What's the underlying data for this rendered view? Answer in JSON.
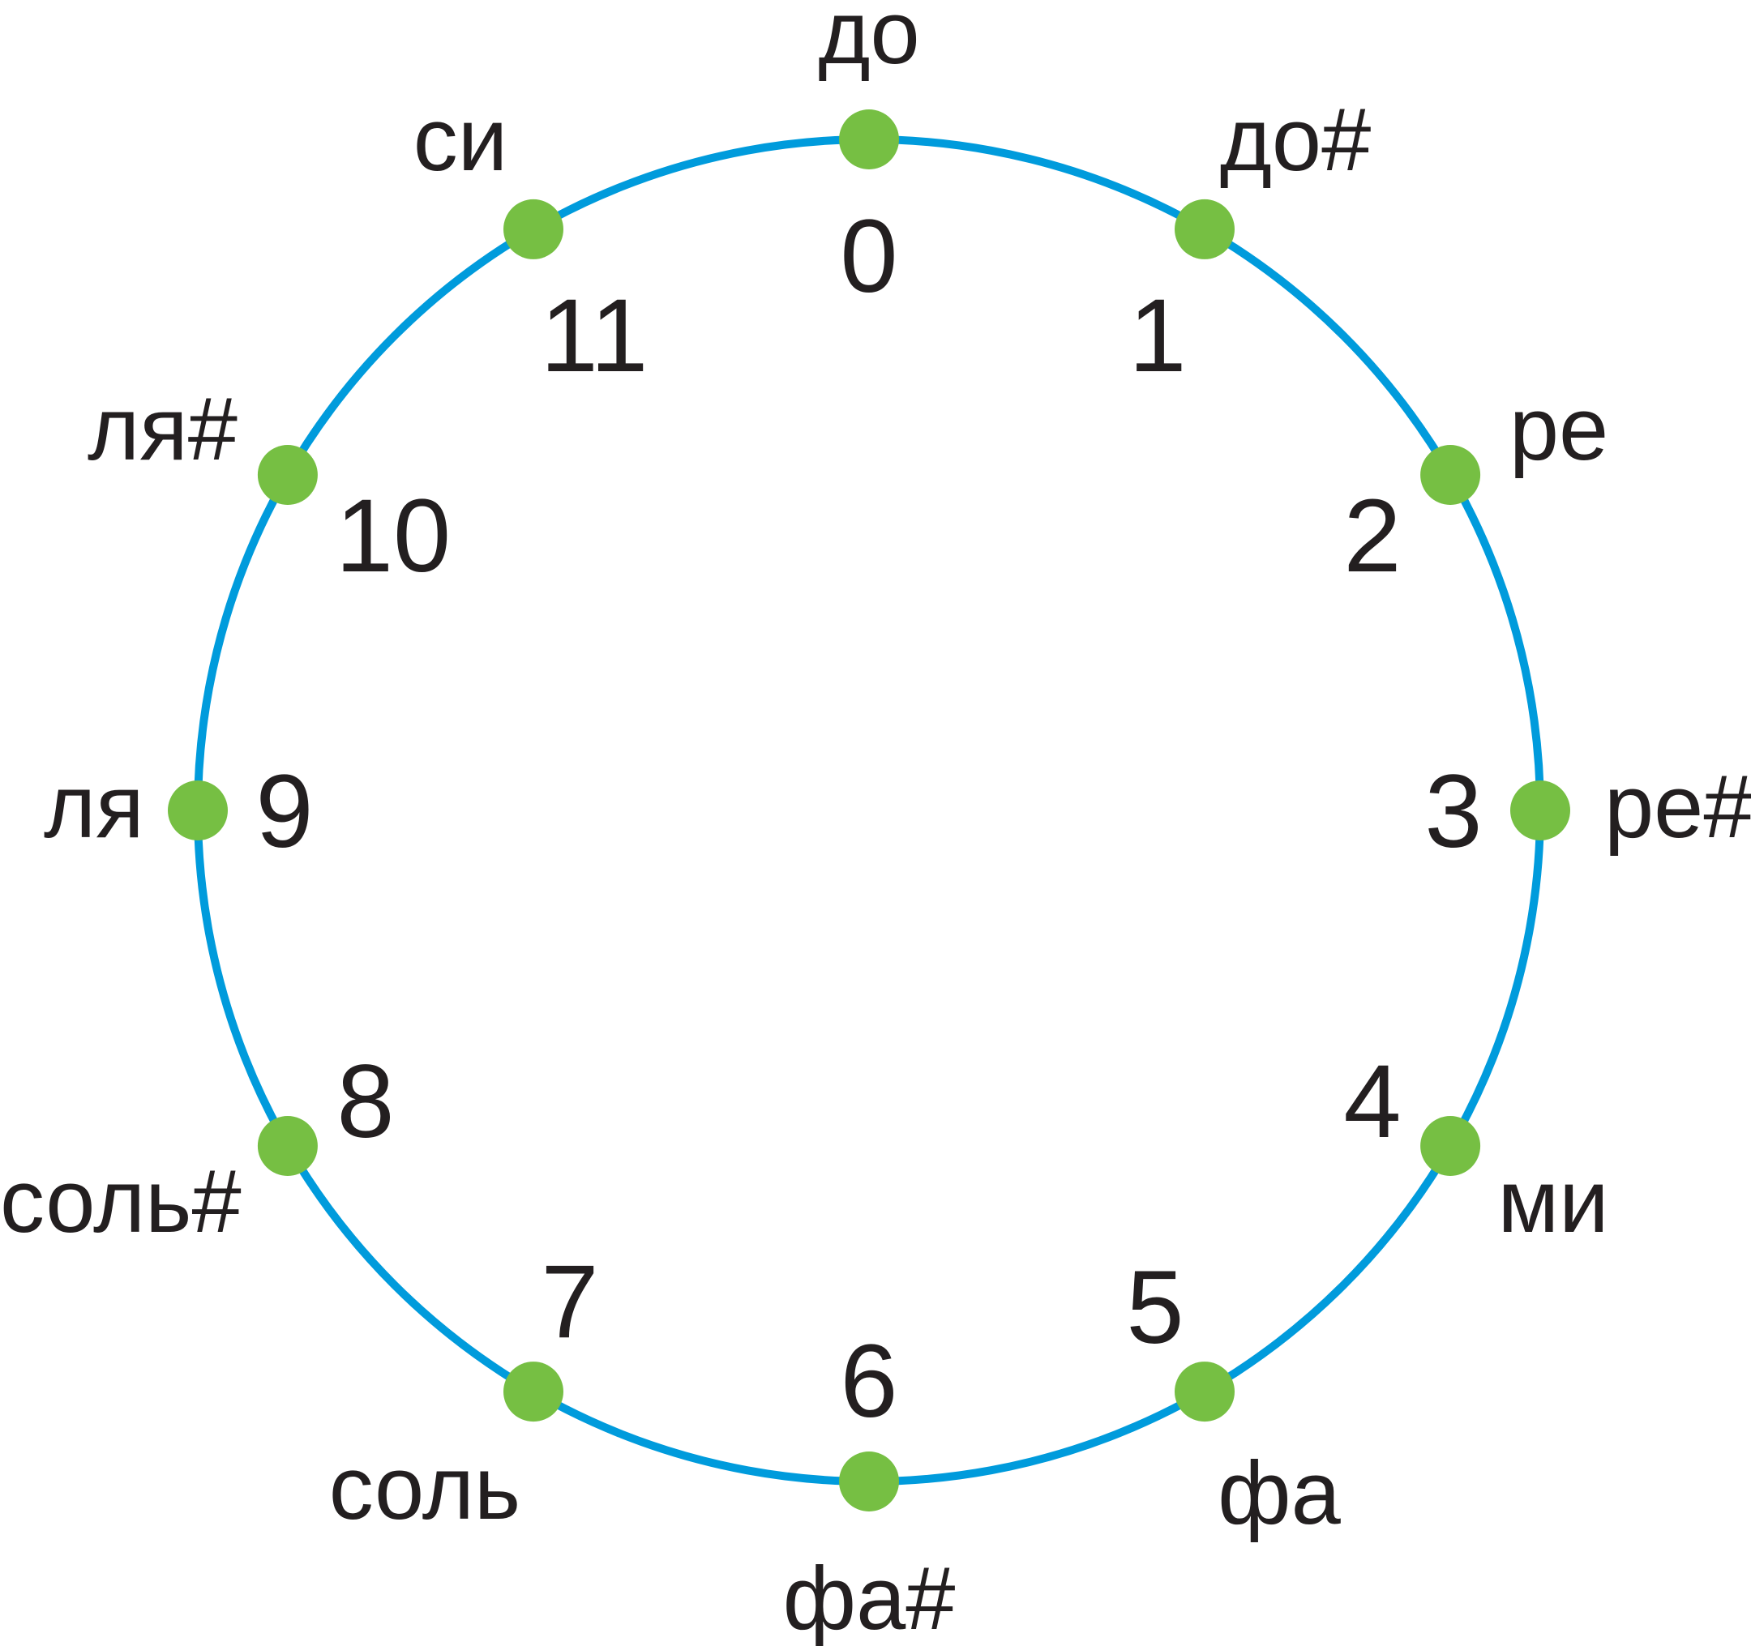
{
  "colors": {
    "ring": "#009bdc",
    "dot": "#76bf43",
    "text": "#231f20",
    "background": "#ffffff"
  },
  "pitch_classes": [
    {
      "number": "0",
      "note": "до"
    },
    {
      "number": "1",
      "note": "до#"
    },
    {
      "number": "2",
      "note": "ре"
    },
    {
      "number": "3",
      "note": "ре#"
    },
    {
      "number": "4",
      "note": "ми"
    },
    {
      "number": "5",
      "note": "фа"
    },
    {
      "number": "6",
      "note": "фа#"
    },
    {
      "number": "7",
      "note": "соль"
    },
    {
      "number": "8",
      "note": "соль#"
    },
    {
      "number": "9",
      "note": "ля"
    },
    {
      "number": "10",
      "note": "ля#"
    },
    {
      "number": "11",
      "note": "си"
    }
  ]
}
